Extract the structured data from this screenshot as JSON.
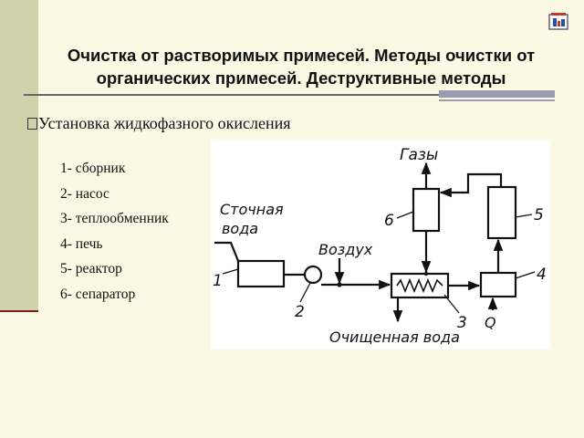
{
  "slide": {
    "title_line1": "Очистка от растворимых примесей. Методы очистки от",
    "title_line2": "органических примесей. Деструктивные методы",
    "subtitle": "Установка жидкофазного окисления",
    "legend": [
      "1- сборник",
      "2- насос",
      "3- теплообменник",
      "4- печь",
      "5- реактор",
      "6- сепаратор"
    ]
  },
  "diagram": {
    "label_gases": "Газы",
    "label_wastewater_1": "Сточная",
    "label_wastewater_2": "вода",
    "label_air": "Воздух",
    "label_cleaned_water": "Очищенная вода",
    "label_heat": "Q",
    "numbers": [
      "1",
      "2",
      "3",
      "4",
      "5",
      "6"
    ]
  },
  "colors": {
    "left_bar": "#d3d0ac",
    "accent_line": "#7a1d1d",
    "rule_bar": "#9b9bb2",
    "background": "#fbf8e4"
  }
}
